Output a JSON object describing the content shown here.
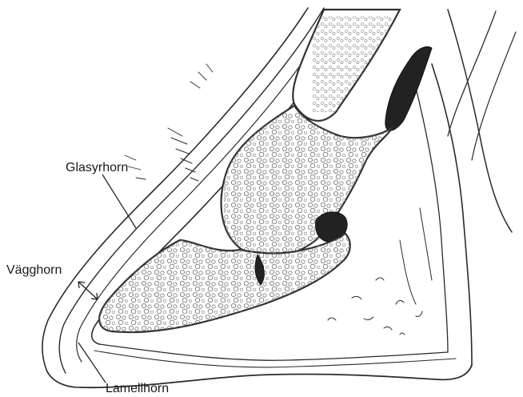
{
  "labels": {
    "glasyrhorn": "Glasyrhorn",
    "vagghorn": "Vägghorn",
    "lamellhorn": "Lamellhorn"
  },
  "colors": {
    "ink": "#2a2a2a",
    "background": "#ffffff"
  }
}
